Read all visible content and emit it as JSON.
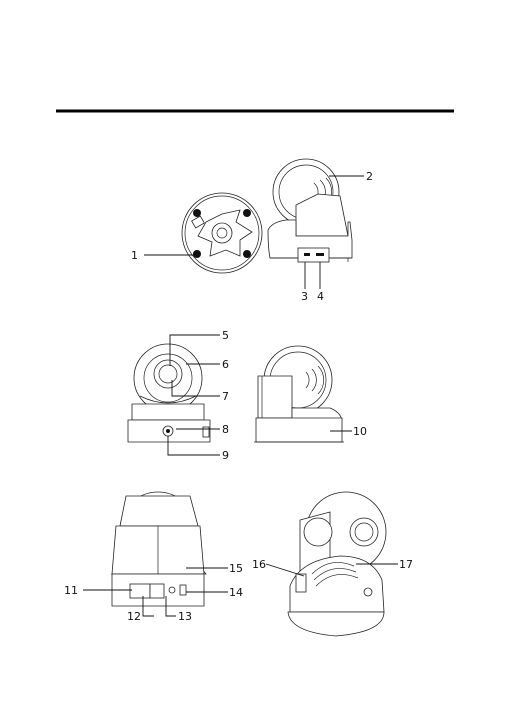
{
  "page": {
    "background": "#ffffff",
    "rule_color": "#000000"
  },
  "callouts": [
    {
      "id": "c1",
      "label": "1"
    },
    {
      "id": "c2",
      "label": "2"
    },
    {
      "id": "c3",
      "label": "3"
    },
    {
      "id": "c4",
      "label": "4"
    },
    {
      "id": "c5",
      "label": "5"
    },
    {
      "id": "c6",
      "label": "6"
    },
    {
      "id": "c7",
      "label": "7"
    },
    {
      "id": "c8",
      "label": "8"
    },
    {
      "id": "c9",
      "label": "9"
    },
    {
      "id": "c10",
      "label": "10"
    },
    {
      "id": "c11",
      "label": "11"
    },
    {
      "id": "c12",
      "label": "12"
    },
    {
      "id": "c13",
      "label": "13"
    },
    {
      "id": "c14",
      "label": "14"
    },
    {
      "id": "c15",
      "label": "15"
    },
    {
      "id": "c16",
      "label": "16"
    },
    {
      "id": "c17",
      "label": "17"
    }
  ]
}
